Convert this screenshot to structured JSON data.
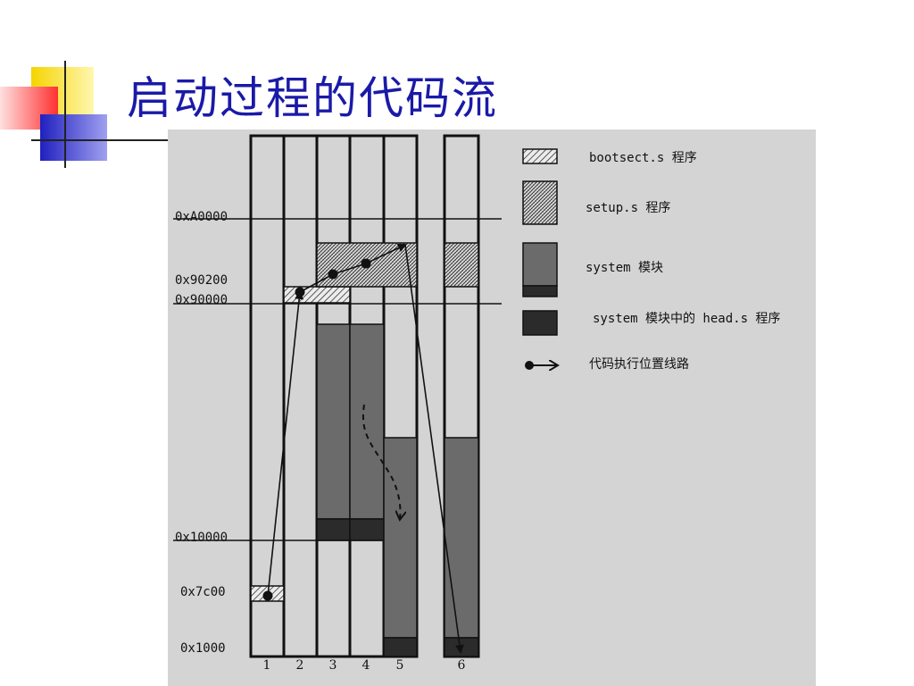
{
  "title": "启动过程的代码流",
  "diagram": {
    "addresses": {
      "a0000": "0xA0000",
      "a90200": "0x90200",
      "a90000": "0x90000",
      "a10000": "0x10000",
      "a7c00": "0x7c00",
      "a1000": "0x1000"
    },
    "columns": [
      "1",
      "2",
      "3",
      "4",
      "5",
      "6"
    ],
    "legend": {
      "bootsect": "bootsect.s 程序",
      "setup": "setup.s 程序",
      "system": "system 模块",
      "head": "system 模块中的 head.s 程序",
      "path": "代码执行位置线路"
    }
  },
  "colors": {
    "title": "#1a1aa8",
    "background": "#d4d4d4",
    "system": "#6b6b6b",
    "head": "#2b2b2b"
  }
}
